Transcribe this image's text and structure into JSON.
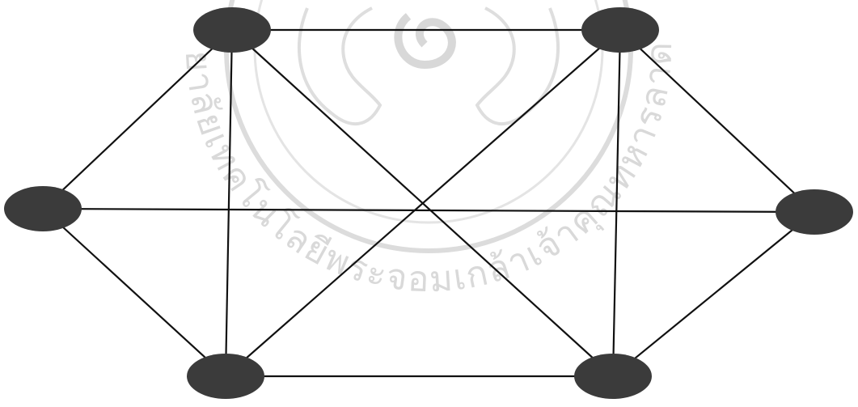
{
  "watermark": {
    "text": "มหาวิทยาลัยเทคโนโลยีพระจอมเกล้าเจ้าคุณทหารลาดกระบัง",
    "color": "#d9d9d9"
  },
  "graph": {
    "node_color": "#3b3b3b",
    "edge_color": "#111111",
    "nodes": [
      {
        "id": "n1"
      },
      {
        "id": "n2"
      },
      {
        "id": "n3"
      },
      {
        "id": "n4"
      },
      {
        "id": "n5"
      },
      {
        "id": "n6"
      }
    ],
    "edges": [
      [
        "n1",
        "n2"
      ],
      [
        "n1",
        "n3"
      ],
      [
        "n1",
        "n5"
      ],
      [
        "n1",
        "n6"
      ],
      [
        "n2",
        "n4"
      ],
      [
        "n2",
        "n6"
      ],
      [
        "n2",
        "n5"
      ],
      [
        "n3",
        "n4"
      ],
      [
        "n3",
        "n5"
      ],
      [
        "n4",
        "n6"
      ],
      [
        "n5",
        "n6"
      ]
    ]
  }
}
